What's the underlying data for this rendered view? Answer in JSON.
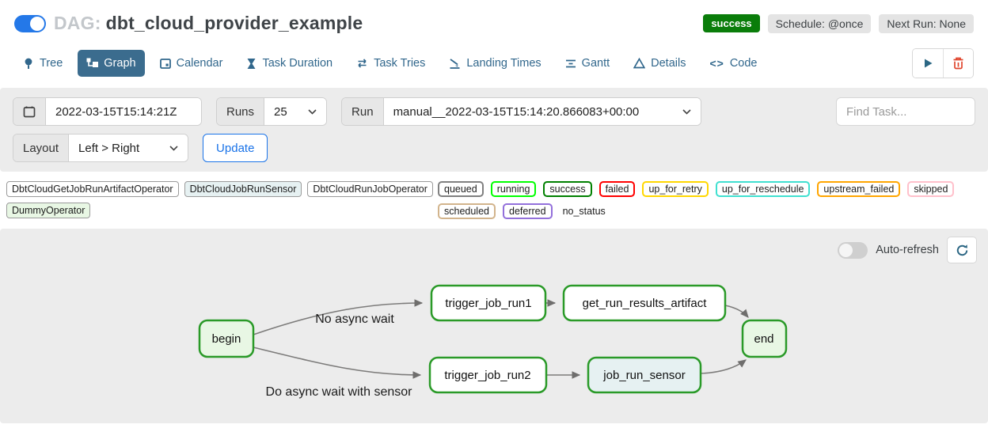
{
  "header": {
    "dag_prefix": "DAG:",
    "dag_title": "dbt_cloud_provider_example",
    "status_badge": "success",
    "schedule_badge": "Schedule: @once",
    "next_run_badge": "Next Run: None"
  },
  "tabs": {
    "items": [
      {
        "label": "Tree"
      },
      {
        "label": "Graph"
      },
      {
        "label": "Calendar"
      },
      {
        "label": "Task Duration"
      },
      {
        "label": "Task Tries"
      },
      {
        "label": "Landing Times"
      },
      {
        "label": "Gantt"
      },
      {
        "label": "Details"
      },
      {
        "label": "Code"
      }
    ],
    "code_icon_glyph": "<>"
  },
  "filters": {
    "base_date_value": "2022-03-15T15:14:21Z",
    "runs_label": "Runs",
    "runs_value": "25",
    "run_label": "Run",
    "run_value": "manual__2022-03-15T15:14:20.866083+00:00",
    "find_task_placeholder": "Find Task...",
    "layout_label": "Layout",
    "layout_value": "Left > Right",
    "update_button": "Update"
  },
  "legend": {
    "operators": [
      {
        "label": "DbtCloudGetJobRunArtifactOperator",
        "color": "#ffffff"
      },
      {
        "label": "DbtCloudJobRunSensor",
        "color": "#e6f1f2"
      },
      {
        "label": "DbtCloudRunJobOperator",
        "color": "#ffffff"
      },
      {
        "label": "DummyOperator",
        "color": "#e8f7e4"
      }
    ],
    "statuses": [
      {
        "label": "queued",
        "color": "#808080"
      },
      {
        "label": "running",
        "color": "#00ff00"
      },
      {
        "label": "success",
        "color": "#008000"
      },
      {
        "label": "failed",
        "color": "#ff0000"
      },
      {
        "label": "up_for_retry",
        "color": "#ffd700"
      },
      {
        "label": "up_for_reschedule",
        "color": "#40e0d0"
      },
      {
        "label": "upstream_failed",
        "color": "#ffa500"
      },
      {
        "label": "skipped",
        "color": "#ffc0cb"
      },
      {
        "label": "scheduled",
        "color": "#d2b48c"
      },
      {
        "label": "deferred",
        "color": "#9370db"
      },
      {
        "label": "no_status",
        "color": "transparent"
      }
    ]
  },
  "graph": {
    "auto_refresh_label": "Auto-refresh",
    "nodes": [
      {
        "label": "begin",
        "fill": "#e8f7e4"
      },
      {
        "label": "trigger_job_run1",
        "fill": "#ffffff"
      },
      {
        "label": "get_run_results_artifact",
        "fill": "#ffffff"
      },
      {
        "label": "trigger_job_run2",
        "fill": "#ffffff"
      },
      {
        "label": "job_run_sensor",
        "fill": "#e6f1f2"
      },
      {
        "label": "end",
        "fill": "#e8f7e4"
      }
    ],
    "edge_labels": {
      "no_async": "No async wait",
      "do_async": "Do async wait with sensor"
    }
  }
}
